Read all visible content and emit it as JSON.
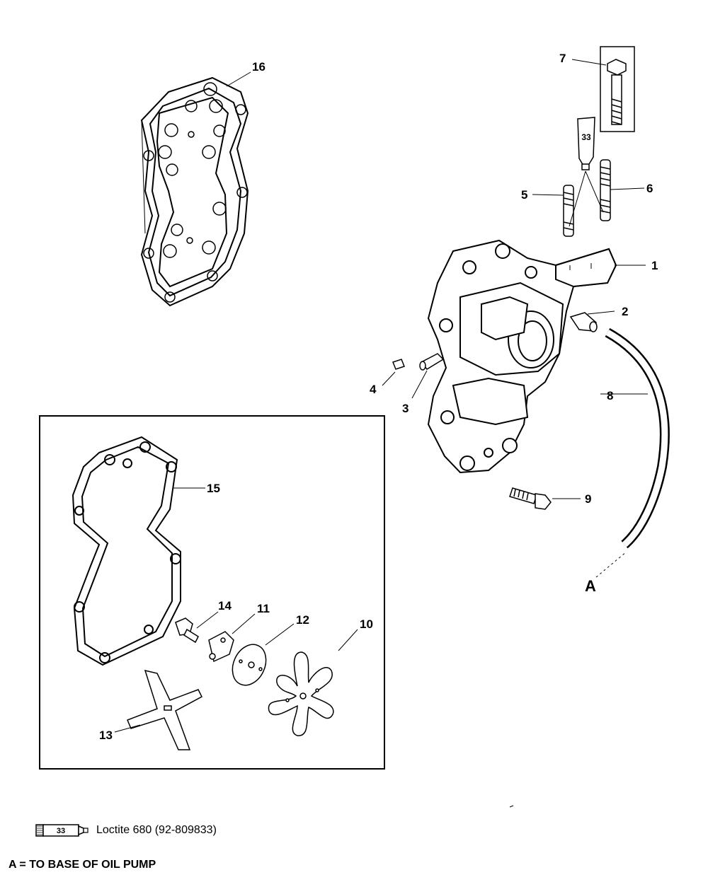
{
  "labels": {
    "p1": "1",
    "p2": "2",
    "p3": "3",
    "p4": "4",
    "p5": "5",
    "p6": "6",
    "p7": "7",
    "p8": "8",
    "p9": "9",
    "p10": "10",
    "p11": "11",
    "p12": "12",
    "p13": "13",
    "p14": "14",
    "p15": "15",
    "p16": "16",
    "A": "A"
  },
  "sealant_tube_number": "33",
  "legend": {
    "tube_number": "33",
    "text": "Loctite 680 (92-809833)"
  },
  "note": "A = TO BASE OF OIL PUMP"
}
